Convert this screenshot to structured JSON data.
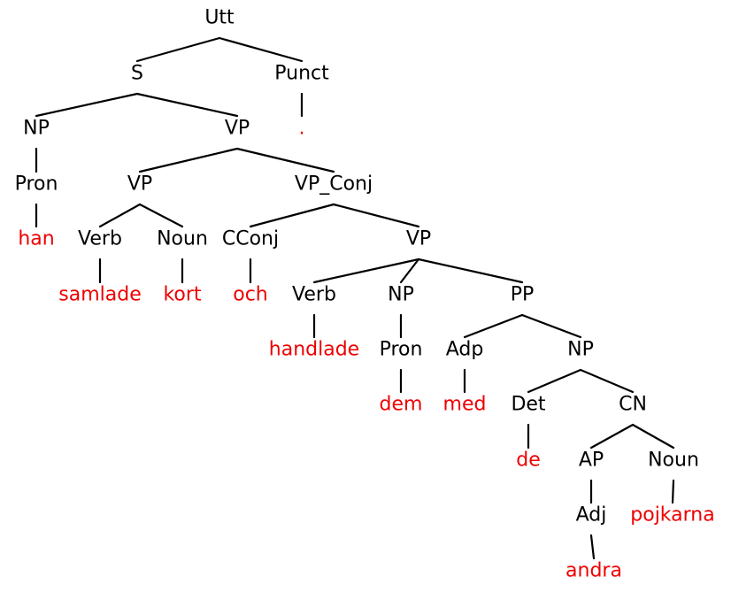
{
  "colors": {
    "category": "#000000",
    "word": "#ee0000",
    "edge": "#000000",
    "background": "#ffffff"
  },
  "tree": {
    "label": "Utt",
    "children": [
      {
        "label": "S",
        "children": [
          {
            "label": "NP",
            "children": [
              {
                "label": "Pron",
                "children": [
                  {
                    "word": "han"
                  }
                ]
              }
            ]
          },
          {
            "label": "VP",
            "children": [
              {
                "label": "VP",
                "children": [
                  {
                    "label": "Verb",
                    "children": [
                      {
                        "word": "samlade"
                      }
                    ]
                  },
                  {
                    "label": "Noun",
                    "children": [
                      {
                        "word": "kort"
                      }
                    ]
                  }
                ]
              },
              {
                "label": "VP_Conj",
                "children": [
                  {
                    "label": "CConj",
                    "children": [
                      {
                        "word": "och"
                      }
                    ]
                  },
                  {
                    "label": "VP",
                    "children": [
                      {
                        "label": "Verb",
                        "children": [
                          {
                            "word": "handlade"
                          }
                        ]
                      },
                      {
                        "label": "NP",
                        "children": [
                          {
                            "label": "Pron",
                            "children": [
                              {
                                "word": "dem"
                              }
                            ]
                          }
                        ]
                      },
                      {
                        "label": "PP",
                        "children": [
                          {
                            "label": "Adp",
                            "children": [
                              {
                                "word": "med"
                              }
                            ]
                          },
                          {
                            "label": "NP",
                            "children": [
                              {
                                "label": "Det",
                                "children": [
                                  {
                                    "word": "de"
                                  }
                                ]
                              },
                              {
                                "label": "CN",
                                "children": [
                                  {
                                    "label": "AP",
                                    "children": [
                                      {
                                        "label": "Adj",
                                        "children": [
                                          {
                                            "word": "andra"
                                          }
                                        ]
                                      }
                                    ]
                                  },
                                  {
                                    "label": "Noun",
                                    "children": [
                                      {
                                        "word": "pojkarna"
                                      }
                                    ]
                                  }
                                ]
                              }
                            ]
                          }
                        ]
                      }
                    ]
                  }
                ]
              }
            ]
          }
        ]
      },
      {
        "label": "Punct",
        "children": [
          {
            "word": "."
          }
        ]
      }
    ]
  }
}
